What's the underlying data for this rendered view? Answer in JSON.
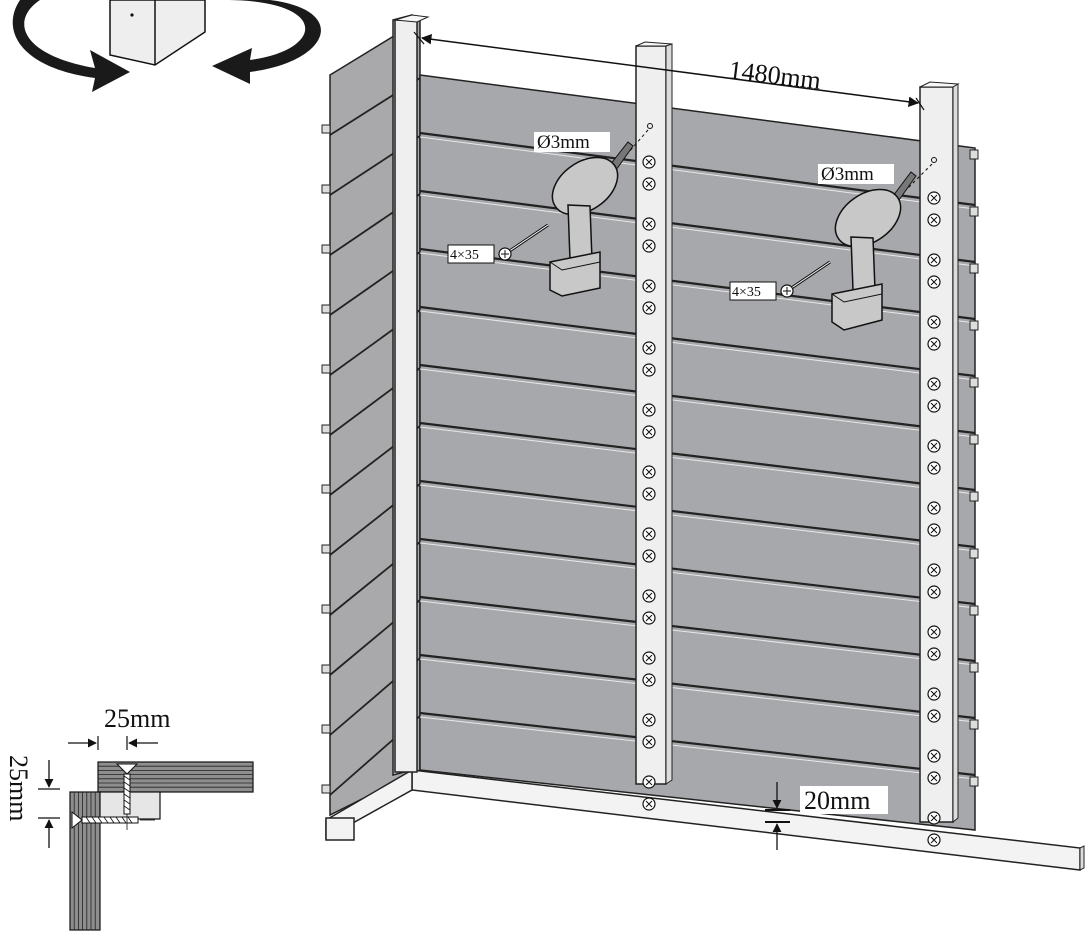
{
  "dimensions": {
    "post_spacing": "1480mm",
    "base_gap": "20mm",
    "corner_offset_horizontal": "25mm",
    "corner_offset_vertical": "25mm"
  },
  "drills": [
    {
      "bit": "Ø3mm",
      "screw": "4×35"
    },
    {
      "bit": "Ø3mm",
      "screw": "4×35"
    }
  ],
  "colors": {
    "panel": "#a7a8ab",
    "post": "#efefef",
    "drill": "#c8c8c8",
    "arrow": "#2b2b2b"
  },
  "icons": [
    "rotate-arrows-icon",
    "drill-icon",
    "screw-icon",
    "dimension-arrow-icon"
  ]
}
